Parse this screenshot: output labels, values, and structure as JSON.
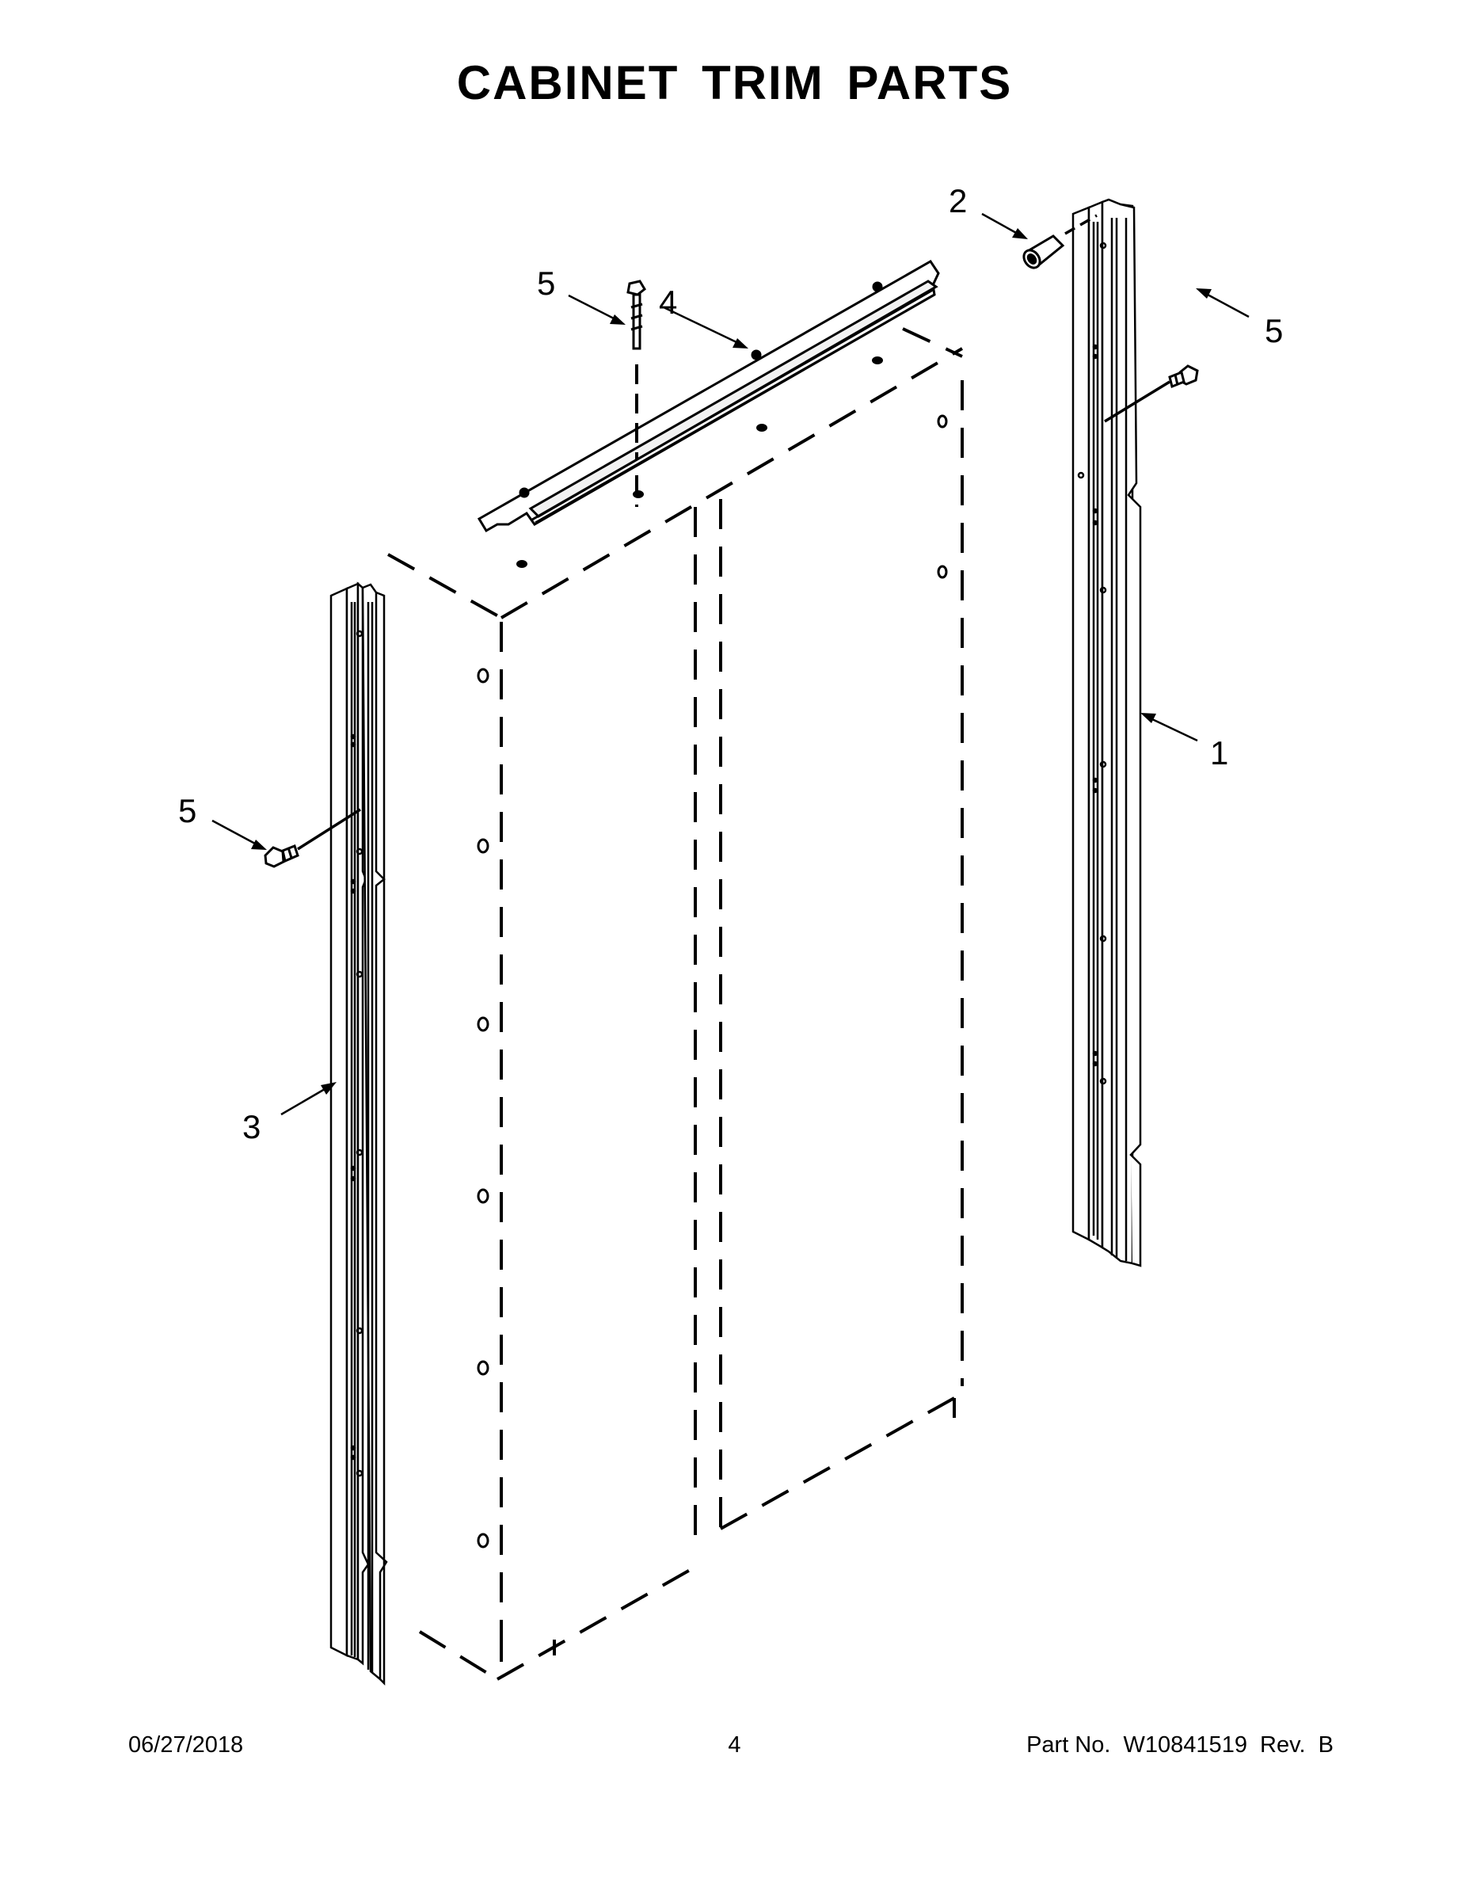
{
  "title": "CABINET TRIM PARTS",
  "callouts": {
    "c1": "1",
    "c2": "2",
    "c3": "3",
    "c4": "4",
    "c5a": "5",
    "c5b": "5",
    "c5c": "5"
  },
  "footer": {
    "date": "06/27/2018",
    "page": "4",
    "part": "Part No.  W10841519  Rev.  B"
  }
}
